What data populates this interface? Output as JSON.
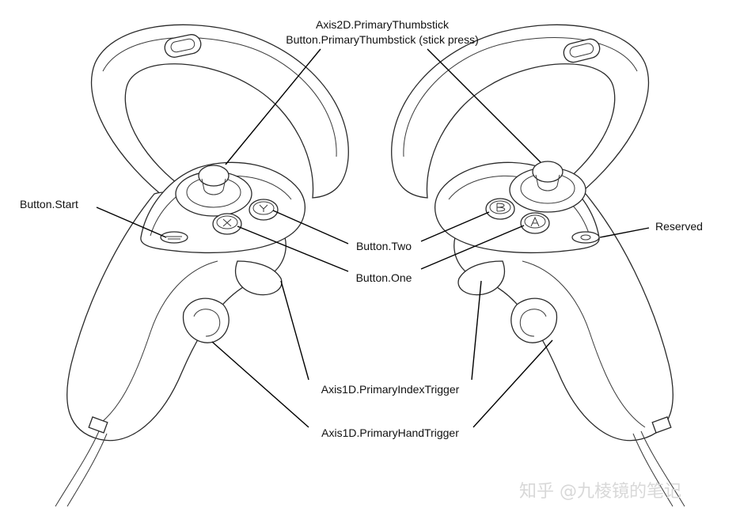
{
  "labels": {
    "thumbstick_axis": "Axis2D.PrimaryThumbstick",
    "thumbstick_press": "Button.PrimaryThumbstick (stick press)",
    "button_start": "Button.Start",
    "button_two": "Button.Two",
    "button_one": "Button.One",
    "reserved": "Reserved",
    "index_trigger": "Axis1D.PrimaryIndexTrigger",
    "hand_trigger": "Axis1D.PrimaryHandTrigger"
  },
  "watermark": "知乎 @九棱镜的笔记",
  "colors": {
    "outline": "#2a2a2a",
    "leader": "#000000",
    "watermark": "#d8d8d8"
  }
}
